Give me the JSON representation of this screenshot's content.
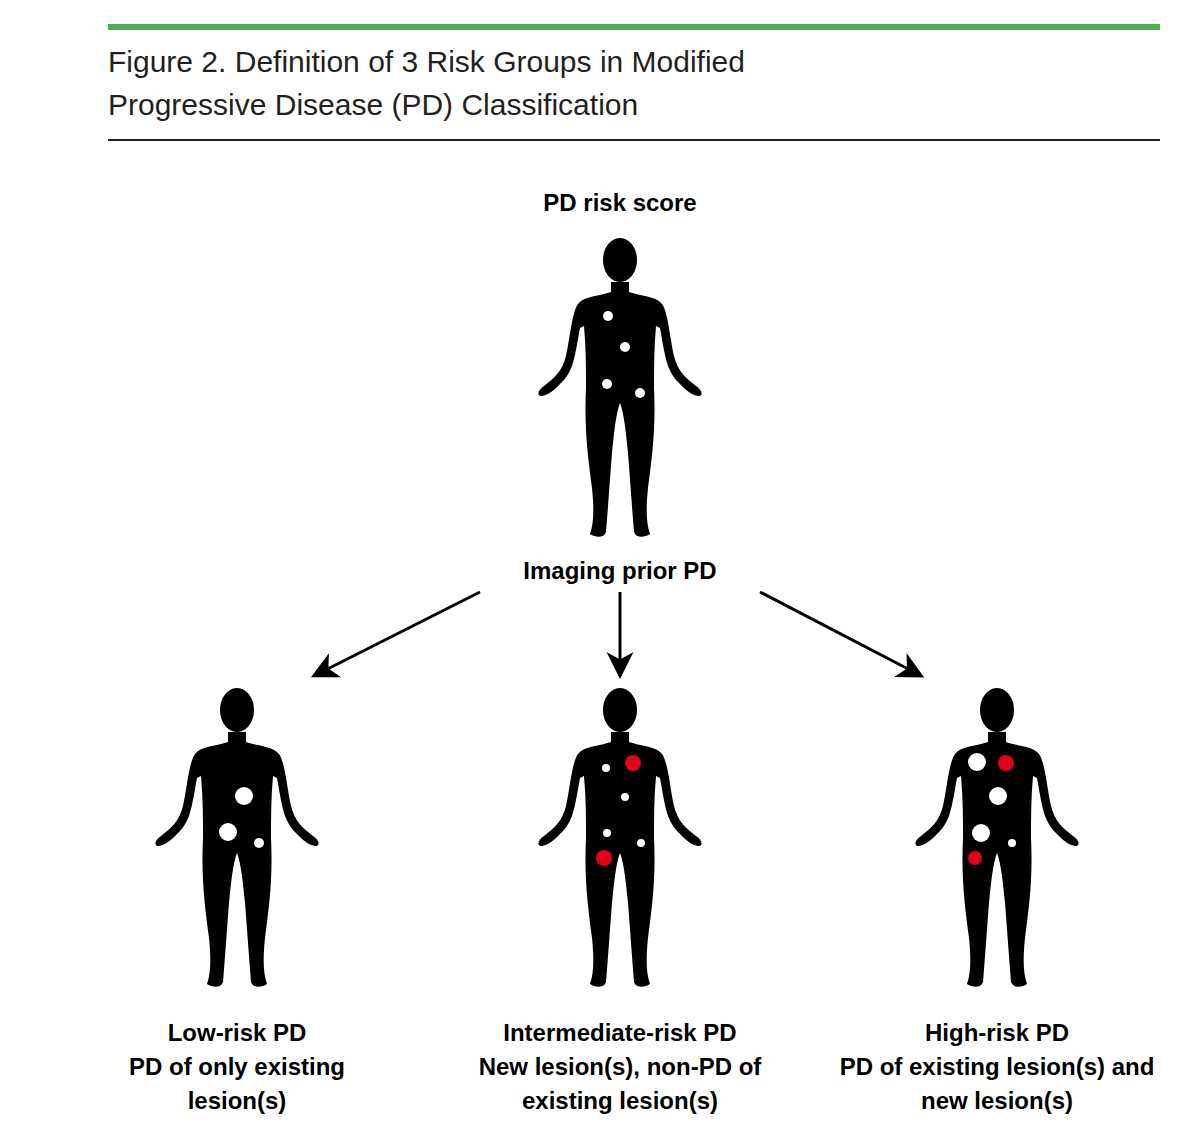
{
  "diagram": {
    "title": "Figure 2. Definition of 3 Risk Groups in Modified Progressive Disease (PD) Classification",
    "nodes": [
      {
        "text": [
          "PD risk score",
          "Imaging prior PD"
        ]
      },
      {
        "text": [
          "Low-risk PD",
          "PD of only existing lesion(s)"
        ]
      },
      {
        "text": [
          "Intermediate-risk PD",
          "New lesion(s), non-PD of existing lesion(s)"
        ]
      },
      {
        "text": [
          "High-risk PD",
          "PD of existing lesion(s) and new lesion(s)"
        ]
      }
    ],
    "edges": [
      {
        "from": 0,
        "to": 1,
        "arrow": "to"
      },
      {
        "from": 0,
        "to": 2,
        "arrow": "to"
      },
      {
        "from": 0,
        "to": 3,
        "arrow": "to"
      }
    ]
  }
}
